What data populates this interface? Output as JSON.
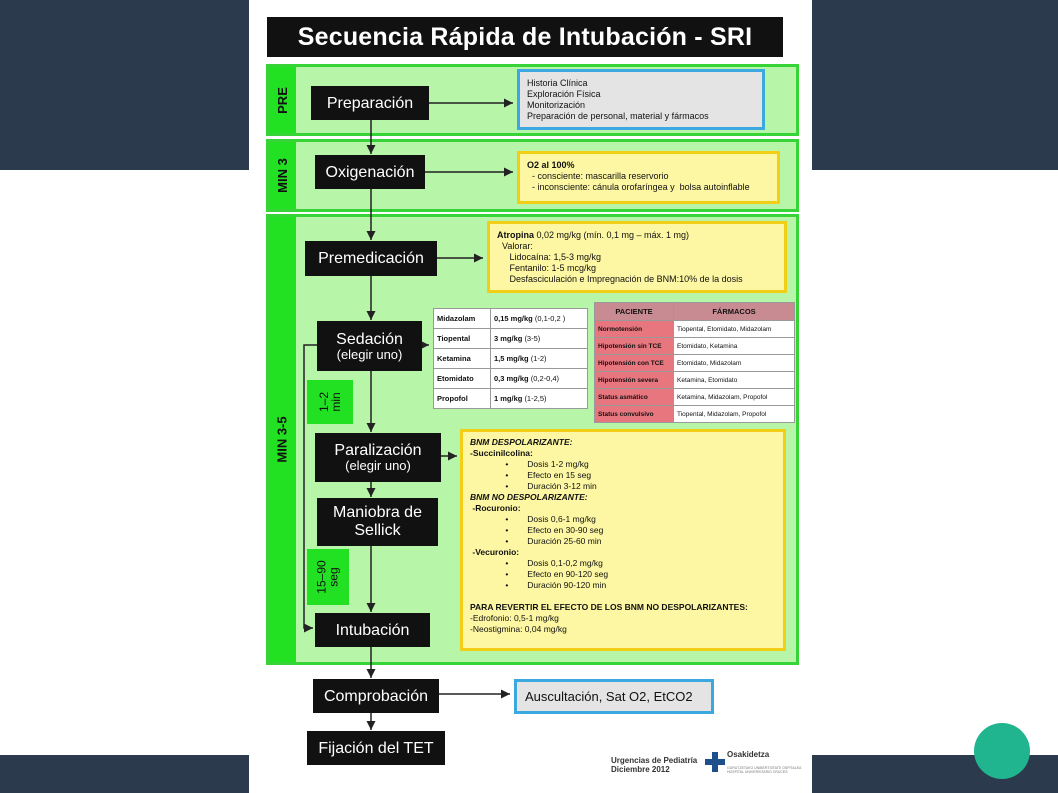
{
  "title": "Secuencia Rápida de Intubación - SRI",
  "sections": {
    "pre": "PRE",
    "min3": "MIN 3",
    "min35": "MIN 3-5"
  },
  "steps": {
    "preparacion": "Preparación",
    "oxigenacion": "Oxigenación",
    "premedicacion": "Premedicación",
    "sedacion": "Sedación",
    "sedacion_sub": "(elegir uno)",
    "paralizacion": "Paralización",
    "paralizacion_sub": "(elegir uno)",
    "maniobra": "Maniobra de\nSellick",
    "intubacion": "Intubación",
    "comprobacion": "Comprobación",
    "fijacion": "Fijación del TET"
  },
  "timers": {
    "t1": "1–2\nmin",
    "t2": "15–90\nseg"
  },
  "preparacion_box": [
    "Historia Clínica",
    "Exploración Física",
    "Monitorización",
    "Preparación de personal, material y fármacos"
  ],
  "oxigenacion_box": [
    "O2 al 100%",
    "  - consciente: mascarilla reservorio",
    "  - inconsciente: cánula orofaríngea y  bolsa autoinflable"
  ],
  "premedicacion_box": {
    "atropina_label": "Atropina",
    "atropina_text": " 0,02 mg/kg (mín. 0,1 mg – máx. 1 mg)",
    "lines": [
      "  Valorar:",
      "     Lidocaína: 1,5-3 mg/kg",
      "     Fentanilo: 1-5 mcg/kg",
      "     Desfasciculación e Impregnación de BNM:10% de la dosis"
    ]
  },
  "sedation_drugs": [
    {
      "name": "Midazolam",
      "dose": "0,15 mg/kg",
      "range": "(0,1-0,2 )"
    },
    {
      "name": "Tiopental",
      "dose": "3 mg/kg",
      "range": "(3-5)"
    },
    {
      "name": "Ketamina",
      "dose": "1,5 mg/kg",
      "range": "(1-2)"
    },
    {
      "name": "Etomidato",
      "dose": "0,3 mg/kg",
      "range": "(0,2-0,4)"
    },
    {
      "name": "Propofol",
      "dose": "1 mg/kg",
      "range": "(1-2,5)"
    }
  ],
  "patient_table": {
    "headers": [
      "PACIENTE",
      "FÁRMACOS"
    ],
    "rows": [
      [
        "Normotensión",
        "Tiopental, Etomidato, Midazolam"
      ],
      [
        "Hipotensión sin TCE",
        "Etomidato, Ketamina"
      ],
      [
        "Hipotensión con TCE",
        "Etomidato, Midazolam"
      ],
      [
        "Hipotensión severa",
        "Ketamina, Etomidato"
      ],
      [
        "Status asmático",
        "Ketamina, Midazolam, Propofol"
      ],
      [
        "Status convulsivo",
        "Tiopental, Midazolam, Propofol"
      ]
    ]
  },
  "paralizacion_box": [
    {
      "t": "BNM DESPOLARIZANTE:",
      "s": "bi"
    },
    {
      "t": "-Succinilcolina:",
      "s": "b"
    },
    {
      "t": "               •        Dosis 1-2 mg/kg",
      "s": ""
    },
    {
      "t": "               •        Efecto en 15 seg",
      "s": ""
    },
    {
      "t": "               •        Duración 3-12 min",
      "s": ""
    },
    {
      "t": "BNM NO DESPOLARIZANTE:",
      "s": "bi"
    },
    {
      "t": " -Rocuronio:",
      "s": "b"
    },
    {
      "t": "               •        Dosis 0,6-1 mg/kg",
      "s": ""
    },
    {
      "t": "               •        Efecto en 30-90 seg",
      "s": ""
    },
    {
      "t": "               •        Duración 25-60 min",
      "s": ""
    },
    {
      "t": " -Vecuronio:",
      "s": "b"
    },
    {
      "t": "               •        Dosis 0,1-0,2 mg/kg",
      "s": ""
    },
    {
      "t": "               •        Efecto en 90-120 seg",
      "s": ""
    },
    {
      "t": "               •        Duración 90-120 min",
      "s": ""
    },
    {
      "t": " ",
      "s": ""
    },
    {
      "t": "PARA REVERTIR EL EFECTO DE LOS BNM NO DESPOLARIZANTES:",
      "s": "b"
    },
    {
      "t": "-Edrofonio: 0,5-1 mg/kg",
      "s": ""
    },
    {
      "t": "-Neostigmina: 0,04 mg/kg",
      "s": ""
    }
  ],
  "comprobacion_box": "Auscultación, Sat O2, EtCO2",
  "footer": {
    "line1": "Urgencias de Pediatría",
    "line2": "Diciembre 2012",
    "logo_name": "Osakidetza",
    "logo_sub": "GURUTZETAKO UNIBERTSITATE OSPITALEA HOSPITAL UNIVERSITARIO CRUCES"
  },
  "colors": {
    "background_band": "#2b3a4d",
    "section_fill": "#b7f5a8",
    "section_border": "#36d436",
    "tab_green": "#22e022",
    "yellow_fill": "#fdf7a3",
    "yellow_border": "#f2cf16",
    "blue_border": "#3ba8e0",
    "accent_circle": "#20b58f"
  }
}
